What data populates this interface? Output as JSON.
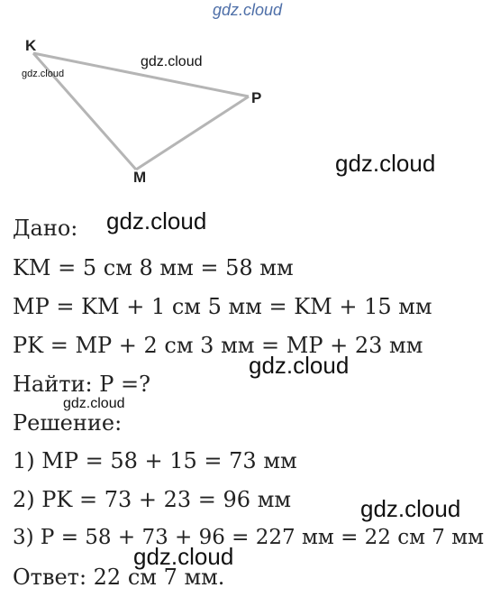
{
  "watermark": {
    "top": "gdz.cloud",
    "small": "gdz.cloud",
    "figure_mid": "gdz.cloud",
    "right": "gdz.cloud",
    "given": "gdz.cloud",
    "middle": "gdz.cloud",
    "left_small": "gdz.cloud",
    "lower_right": "gdz.cloud",
    "bottom": "gdz.cloud"
  },
  "figure": {
    "vertex_k": "K",
    "vertex_p": "P",
    "vertex_m": "M",
    "stroke_color": "#b5b5b5"
  },
  "text": {
    "given": "Дано:",
    "line1": "KM = 5 см 8 мм = 58 мм",
    "line2": "MP = KM + 1 см 5 мм = KM + 15 мм",
    "line3": "PK = MP + 2 см 3 мм = MP + 23 мм",
    "find": "Найти: P =?",
    "solution": "Решение:",
    "step1": "1) MP = 58 + 15 = 73 мм",
    "step2": "2) PK = 73 + 23 = 96 мм",
    "step3": "3) P = 58 + 73 + 96 = 227 мм = 22 см 7 мм",
    "answer": "Ответ: 22 см 7 мм."
  }
}
